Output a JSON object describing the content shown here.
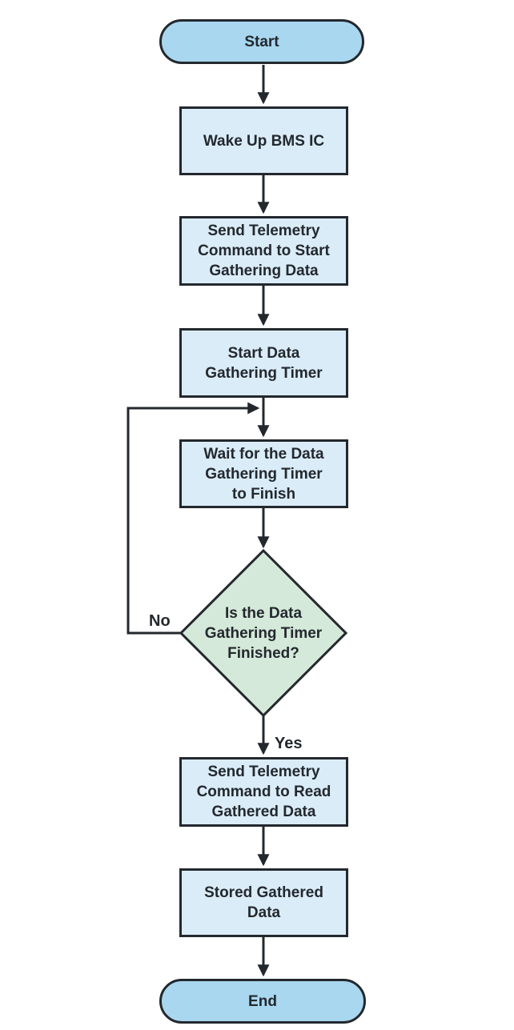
{
  "flowchart": {
    "nodes": {
      "start": {
        "label": "Start",
        "shape": "terminator"
      },
      "wake_up": {
        "label": "Wake Up BMS IC",
        "shape": "process"
      },
      "send_start_cmd": {
        "label": "Send Telemetry\nCommand to Start\nGathering Data",
        "shape": "process"
      },
      "start_timer": {
        "label": "Start Data\nGathering Timer",
        "shape": "process"
      },
      "wait_timer": {
        "label": "Wait for the Data\nGathering Timer\nto Finish",
        "shape": "process"
      },
      "timer_finished": {
        "label": "Is the Data\nGathering Timer\nFinished?",
        "shape": "decision"
      },
      "send_read_cmd": {
        "label": "Send Telemetry\nCommand to Read\nGathered Data",
        "shape": "process"
      },
      "store_data": {
        "label": "Stored Gathered\nData",
        "shape": "process"
      },
      "end": {
        "label": "End",
        "shape": "terminator"
      }
    },
    "edge_labels": {
      "no": "No",
      "yes": "Yes"
    },
    "colors": {
      "terminator_fill": "#a8d7ef",
      "process_fill": "#daecf8",
      "decision_fill": "#d5e9da",
      "stroke": "#23282e",
      "text": "#23282e"
    }
  }
}
